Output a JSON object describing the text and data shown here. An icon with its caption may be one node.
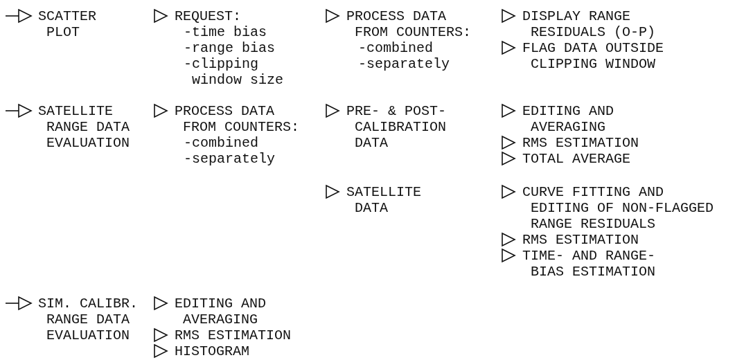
{
  "diagram": {
    "labels": [
      "SCATTER PLOT",
      "REQUEST:",
      "-time bias",
      "-range bias",
      "-clipping window size",
      "PROCESS DATA FROM COUNTERS:",
      "-combined",
      "-separately",
      "DISPLAY RANGE RESIDUALS (O-P)",
      "FLAG DATA OUTSIDE CLIPPING WINDOW",
      "SATELLITE RANGE DATA EVALUATION",
      "PROCESS DATA FROM COUNTERS:",
      "-combined",
      "-separately",
      "PRE- & POST- CALIBRATION DATA",
      "EDITING AND AVERAGING",
      "RMS ESTIMATION",
      "TOTAL AVERAGE",
      "SATELLITE DATA",
      "CURVE FITTING AND EDITING OF NON-FLAGGED RANGE RESIDUALS",
      "RMS ESTIMATION",
      "TIME- AND RANGE- BIAS ESTIMATION",
      "SIM. CALIBR. RANGE DATA EVALUATION",
      "EDITING AND AVERAGING",
      "RMS ESTIMATION",
      "HISTOGRAM"
    ]
  }
}
